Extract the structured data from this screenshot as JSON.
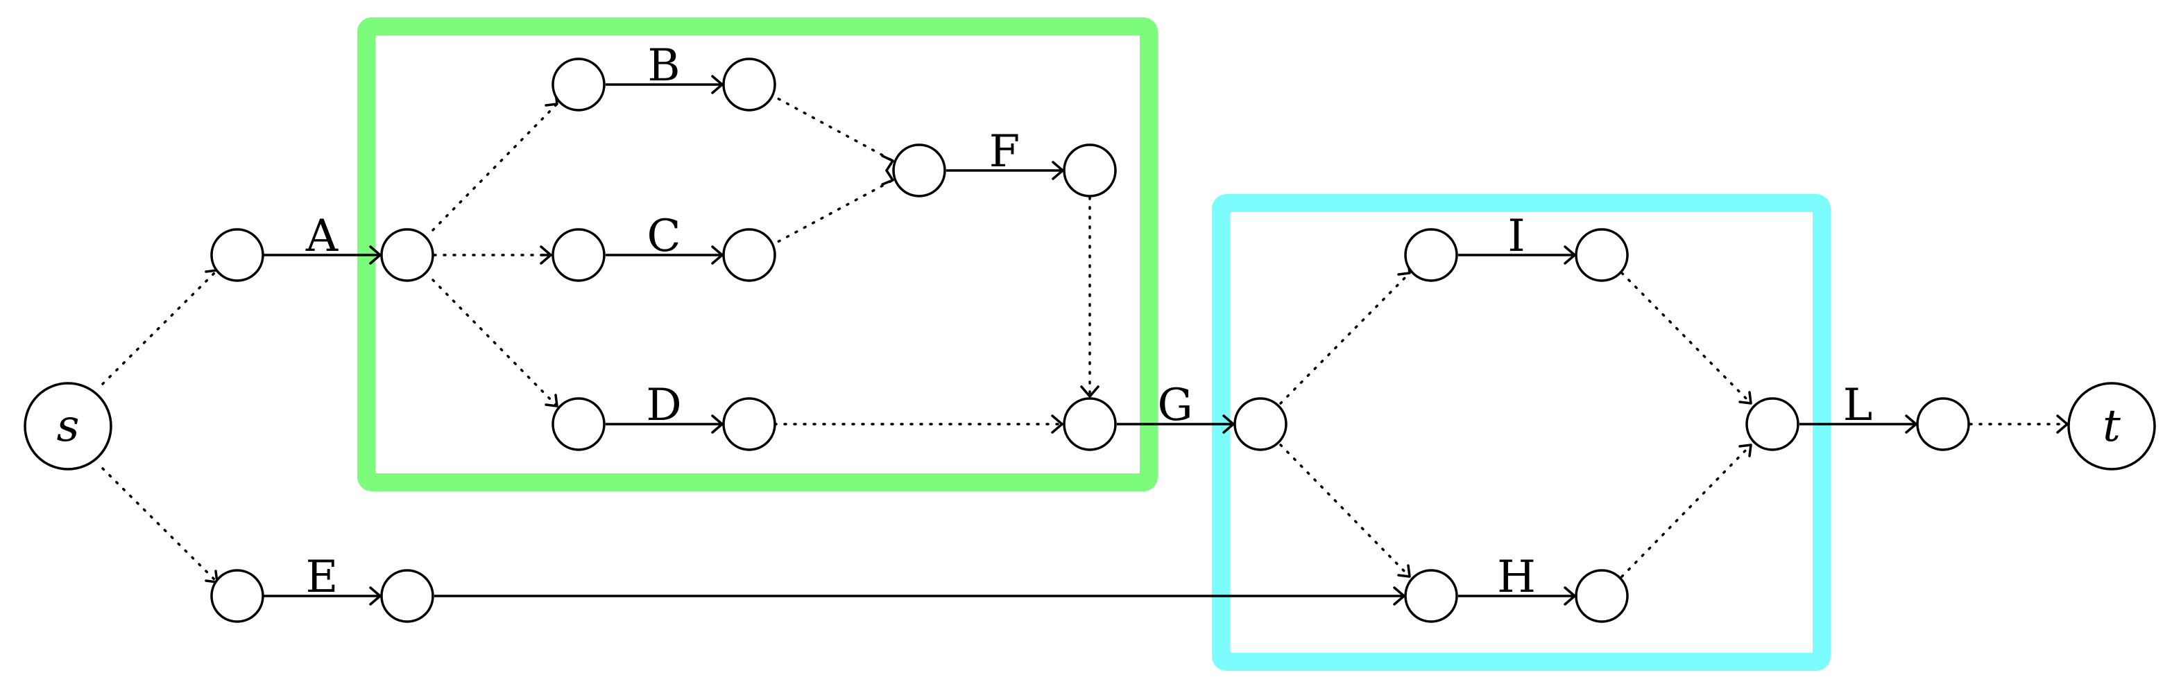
{
  "colors": {
    "green_box": "#7CFB7C",
    "cyan_box": "#7CFCFC",
    "ink": "#000000"
  },
  "terminals": {
    "source": "s",
    "sink": "t"
  },
  "activities": {
    "A": "A",
    "B": "B",
    "C": "C",
    "D": "D",
    "E": "E",
    "F": "F",
    "G": "G",
    "H": "H",
    "I": "I",
    "L": "L"
  },
  "groups": [
    {
      "name": "green-group",
      "color": "#7CFB7C",
      "contains": [
        "B",
        "C",
        "D",
        "F"
      ]
    },
    {
      "name": "cyan-group",
      "color": "#7CFCFC",
      "contains": [
        "H",
        "I"
      ]
    }
  ]
}
